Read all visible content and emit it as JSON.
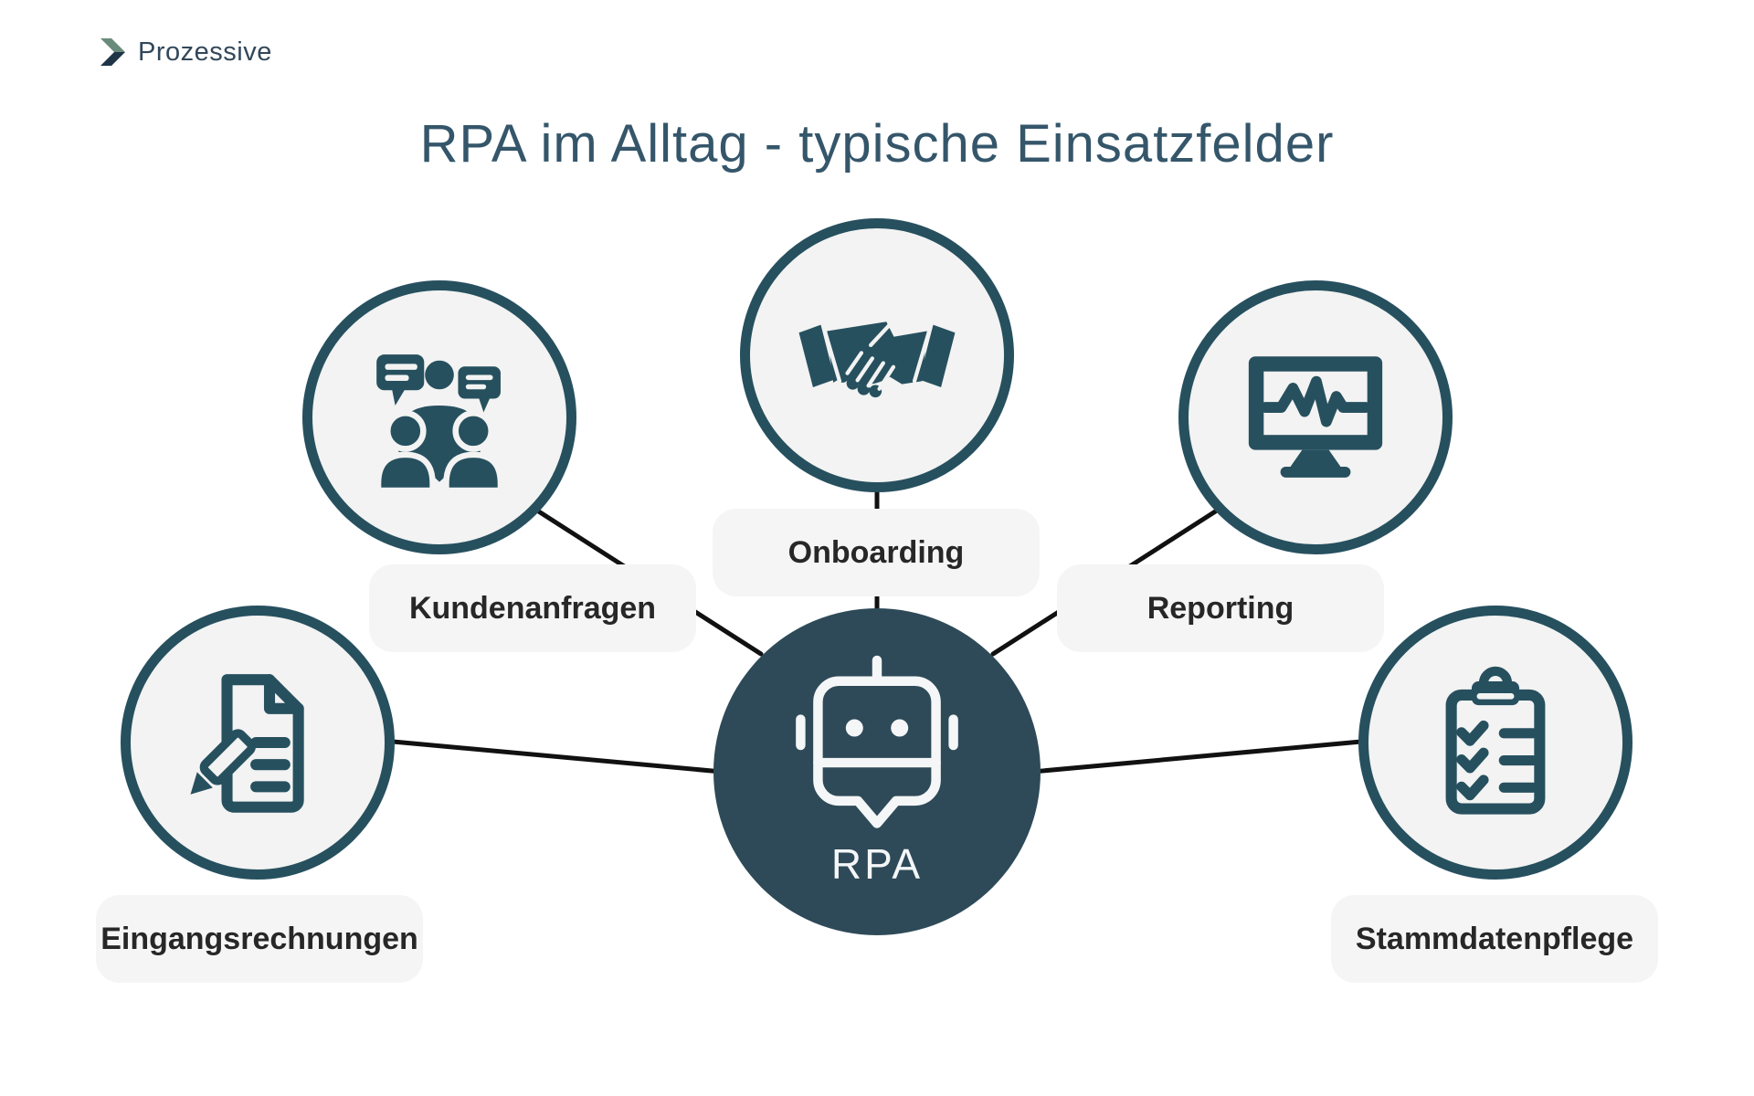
{
  "logo": {
    "brand": "Prozessive",
    "icon": "chevron-right-icon"
  },
  "title": "RPA im Alltag - typische Einsatzfelder",
  "center": {
    "label": "RPA",
    "icon": "robot-icon"
  },
  "nodes": [
    {
      "id": "kundenanfragen",
      "label": "Kundenanfragen",
      "icon": "customer-discussion-icon"
    },
    {
      "id": "onboarding",
      "label": "Onboarding",
      "icon": "handshake-icon"
    },
    {
      "id": "reporting",
      "label": "Reporting",
      "icon": "monitor-pulse-icon"
    },
    {
      "id": "eingangsrechnungen",
      "label": "Eingangsrechnungen",
      "icon": "invoice-pencil-icon"
    },
    {
      "id": "stammdatenpflege",
      "label": "Stammdatenpflege",
      "icon": "clipboard-checklist-icon"
    }
  ],
  "colors": {
    "icon_dark": "#27505F",
    "center_circle": "#2E4A58",
    "circle_fill": "#F2F3F2",
    "label_bg": "#F5F5F5",
    "label_text": "#272727",
    "title_text": "#35566A",
    "connector": "#111111",
    "logo_green": "#6A8B7B",
    "logo_navy": "#1F3547",
    "background": "#FFFFFF"
  }
}
